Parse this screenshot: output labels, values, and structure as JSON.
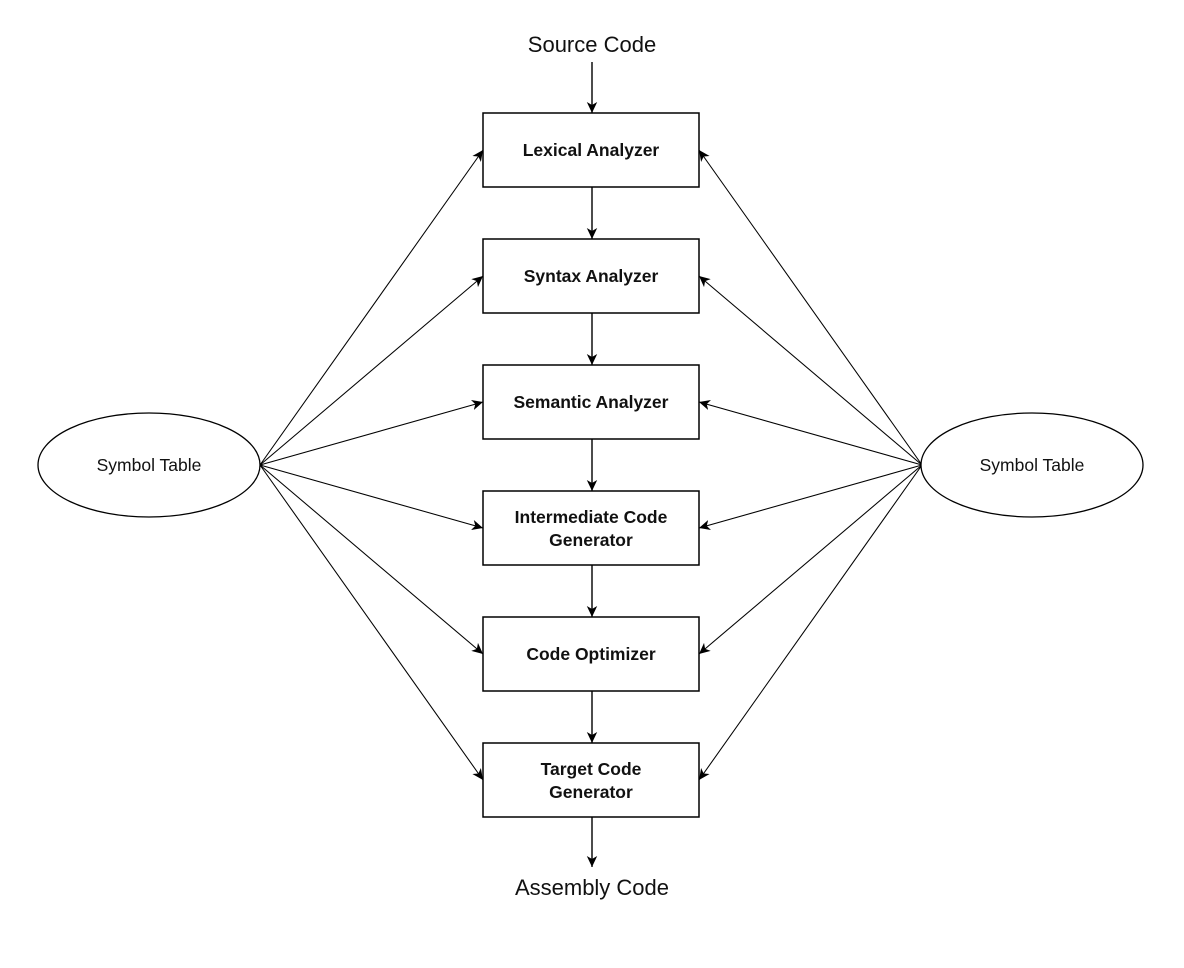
{
  "diagram": {
    "input_label": "Source Code",
    "output_label": "Assembly Code",
    "stages": [
      {
        "lines": [
          "Lexical Analyzer"
        ]
      },
      {
        "lines": [
          "Syntax Analyzer"
        ]
      },
      {
        "lines": [
          "Semantic Analyzer"
        ]
      },
      {
        "lines": [
          "Intermediate Code",
          "Generator"
        ]
      },
      {
        "lines": [
          "Code Optimizer"
        ]
      },
      {
        "lines": [
          "Target Code",
          "Generator"
        ]
      }
    ],
    "symbol_tables": {
      "left": "Symbol Table",
      "right": "Symbol Table"
    }
  }
}
